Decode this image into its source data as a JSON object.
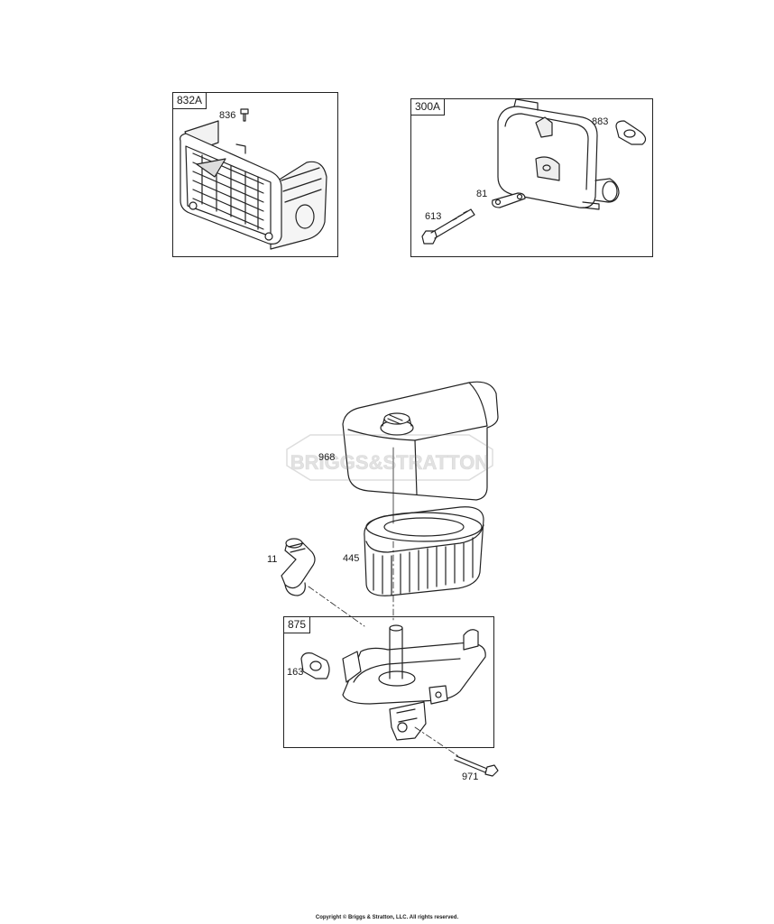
{
  "groups": [
    {
      "id": "832A",
      "label": "832A"
    },
    {
      "id": "300A",
      "label": "300A"
    },
    {
      "id": "875",
      "label": "875"
    }
  ],
  "parts": {
    "p836": "836",
    "p883": "883",
    "p81": "81",
    "p613": "613",
    "p968": "968",
    "p445": "445",
    "p11": "11",
    "p163": "163",
    "p971": "971"
  },
  "watermark": "BRIGGS&STRATTON",
  "footer": "Copyright © Briggs & Stratton, LLC. All rights reserved."
}
